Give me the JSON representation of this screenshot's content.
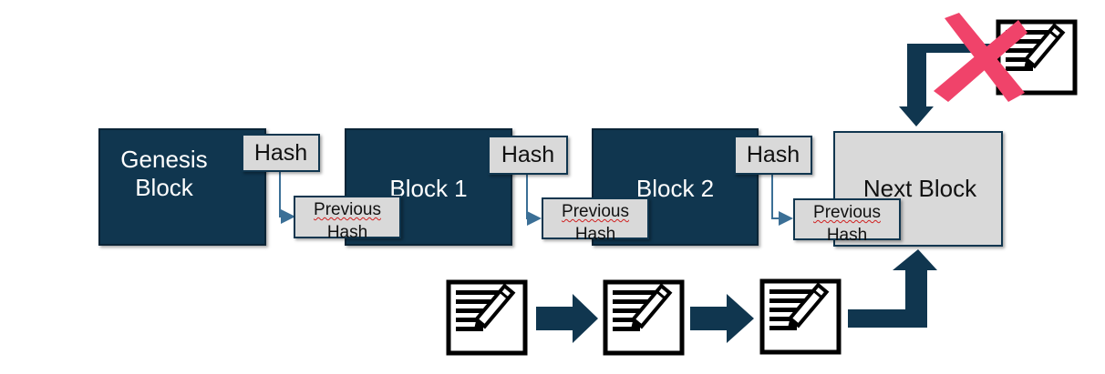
{
  "blocks": [
    {
      "label_line1": "Genesis",
      "label_line2": "Block"
    },
    {
      "label_line1": "Block 1",
      "label_line2": ""
    },
    {
      "label_line1": "Block 2",
      "label_line2": ""
    },
    {
      "label_line1": "Next Block",
      "label_line2": ""
    }
  ],
  "hash_label": "Hash",
  "previous_hash_line1": "Previous",
  "previous_hash_line2": "Hash",
  "colors": {
    "block_fill": "#10364f",
    "box_fill": "#d9d9d9",
    "reject_cross": "#f0436a"
  },
  "icons": [
    "document-edit-icon",
    "right-arrow-icon",
    "reject-cross-icon"
  ]
}
